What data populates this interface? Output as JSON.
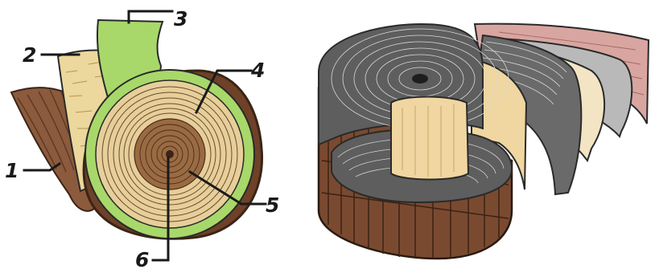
{
  "left_figure": {
    "labels": [
      {
        "id": "1",
        "text": "1"
      },
      {
        "id": "2",
        "text": "2"
      },
      {
        "id": "3",
        "text": "3"
      },
      {
        "id": "4",
        "text": "4"
      },
      {
        "id": "5",
        "text": "5"
      },
      {
        "id": "6",
        "text": "6"
      }
    ],
    "colors": {
      "bark": "#8c5a3c",
      "bark_dark": "#4a2c1c",
      "phloem": "#e8d49a",
      "cambium": "#a8d86a",
      "sapwood": "#e6cf9a",
      "heartwood": "#9a6b42",
      "pith": "#3b2418"
    }
  },
  "right_figure": {
    "colors": {
      "bark": "#7a4a30",
      "wood_core": "#f0d6a0",
      "rings": "#5a5a5a",
      "layer_light": "#f3e4c4",
      "layer_grey": "#b9b9b9",
      "layer_pink": "#d9a5a0"
    }
  }
}
